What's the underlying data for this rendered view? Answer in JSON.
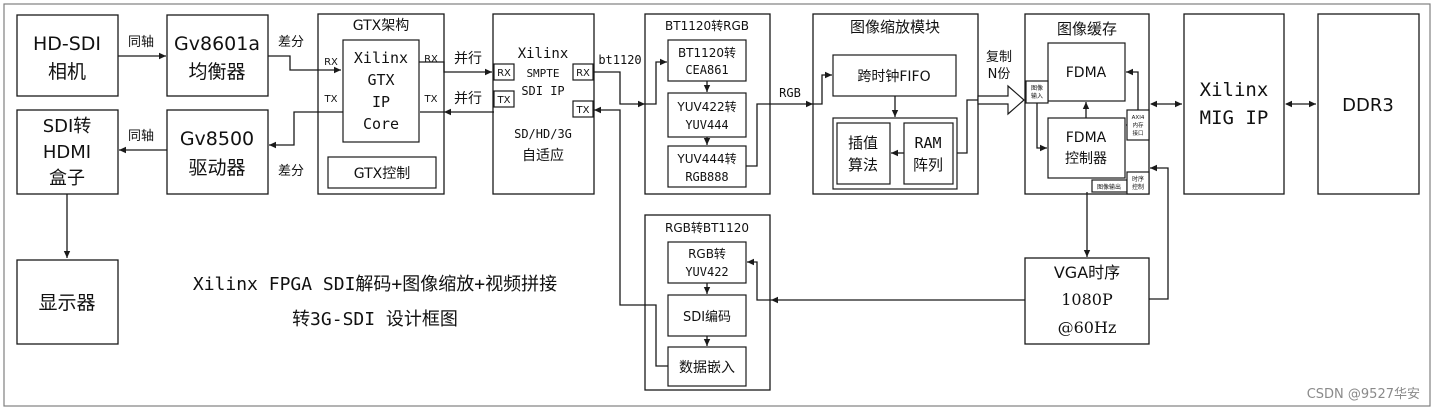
{
  "watermark": "CSDN @9527华安",
  "caption": {
    "line1": "Xilinx FPGA SDI解码+图像缩放+视频拼接",
    "line2": "转3G-SDI 设计框图"
  },
  "blocks": {
    "hdsdi_camera": [
      "HD-SDI",
      "相机"
    ],
    "equalizer": [
      "Gv8601a",
      "均衡器"
    ],
    "hdmi_box": [
      "SDI转",
      "HDMI",
      "盒子"
    ],
    "driver": [
      "Gv8500",
      "驱动器"
    ],
    "display": "显示器",
    "gtx_frame": "GTX架构",
    "gtx_core": [
      "Xilinx",
      "GTX",
      "IP",
      "Core"
    ],
    "gtx_ctrl": "GTX控制",
    "smpte": [
      "Xilinx",
      "SMPTE",
      "SDI IP"
    ],
    "smpte_mode": [
      "SD/HD/3G",
      "自适应"
    ],
    "bt1120_rgb": "BT1120转RGB",
    "bt1120_cea": [
      "BT1120转",
      "CEA861"
    ],
    "yuv422_444": [
      "YUV422转",
      "YUV444"
    ],
    "yuv444_rgb": [
      "YUV444转",
      "RGB888"
    ],
    "scaler": "图像缩放模块",
    "cdc_fifo": "跨时钟FIFO",
    "interp": [
      "插值",
      "算法"
    ],
    "ram_array": [
      "RAM",
      "阵列"
    ],
    "img_cache": "图像缓存",
    "fdma": "FDMA",
    "fdma_ctrl": [
      "FDMA",
      "控制器"
    ],
    "img_in": [
      "图像",
      "输入"
    ],
    "axi4": [
      "AXI4",
      "内存",
      "接口"
    ],
    "img_out": "图像输出",
    "timing_ctrl": [
      "时序",
      "控制"
    ],
    "mig": [
      "Xilinx",
      "MIG IP"
    ],
    "ddr3": "DDR3",
    "rgb_bt1120": "RGB转BT1120",
    "rgb_yuv422": [
      "RGB转",
      "YUV422"
    ],
    "sdi_enc": "SDI编码",
    "data_embed": "数据嵌入",
    "vga": [
      "VGA时序",
      "1080P",
      "@60Hz"
    ]
  },
  "ports": {
    "rx": "RX",
    "tx": "TX"
  },
  "labels": {
    "coax": "同轴",
    "diff": "差分",
    "parallel": "并行",
    "bt1120": "bt1120",
    "rgb": "RGB",
    "copy_n": [
      "复制",
      "N份"
    ]
  }
}
